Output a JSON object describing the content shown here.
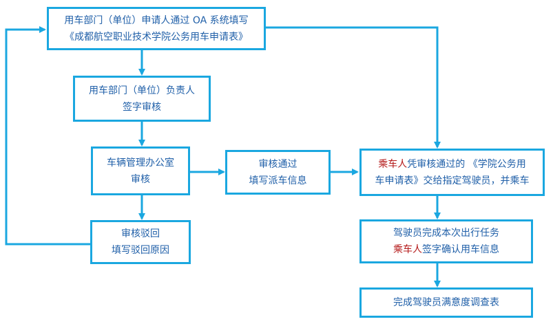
{
  "colors": {
    "accent": "#1aa7e0",
    "text": "#1f5fa8",
    "highlight": "#b41818"
  },
  "nodes": {
    "apply": {
      "line1": "用车部门（单位）申请人通过 OA 系统填写",
      "line2": "《成都航空职业技术学院公务用车申请表》"
    },
    "dept_head": {
      "line1": "用车部门（单位）负责人",
      "line2": "签字审核"
    },
    "vehicle_office": {
      "line1": "车辆管理办公室",
      "line2": "审核"
    },
    "reject": {
      "line1": "审核驳回",
      "line2": "填写驳回原因"
    },
    "approved": {
      "line1": "审核通过",
      "line2": "填写派车信息"
    },
    "passenger_handover": {
      "passenger": "乘车人",
      "line1_rest": "凭审核通过的 《学院公务用",
      "line2": "车申请表》交给指定驾驶员，并乘车"
    },
    "driver_complete": {
      "line1": "驾驶员完成本次出行任务",
      "passenger": "乘车人",
      "line2_rest": "签字确认用车信息"
    },
    "survey": {
      "line1": "完成驾驶员满意度调查表"
    }
  }
}
